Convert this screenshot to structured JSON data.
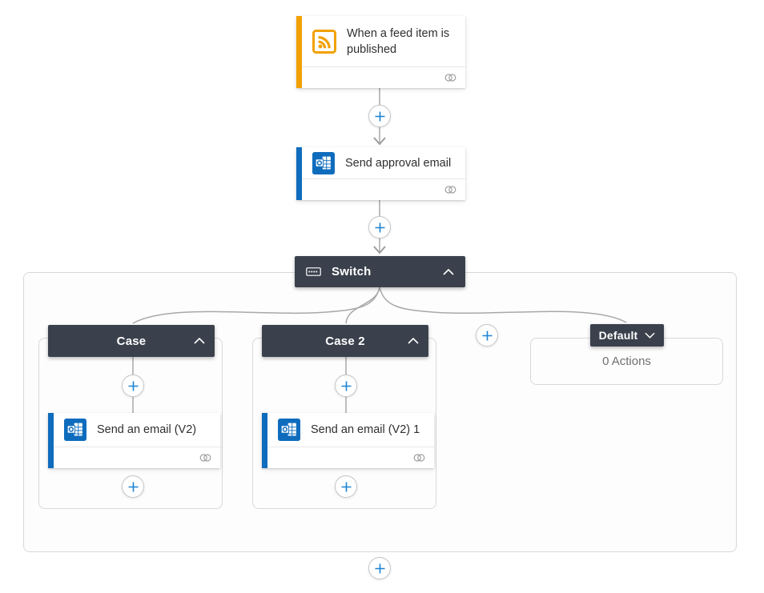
{
  "colors": {
    "trigger_accent": "#f2a104",
    "action_accent": "#0f6cbd",
    "scope_header_bg": "#3a414c",
    "plus_blue": "#1a82d4",
    "connector_gray": "#a8a8a8"
  },
  "nodes": {
    "trigger": {
      "title": "When a feed item is published",
      "icon": "rss-icon"
    },
    "approval": {
      "title": "Send approval email",
      "icon": "outlook-icon"
    },
    "switch": {
      "title": "Switch",
      "icon": "switch-icon"
    },
    "case1": {
      "title": "Case"
    },
    "case2": {
      "title": "Case 2"
    },
    "email1": {
      "title": "Send an email (V2)",
      "icon": "outlook-icon"
    },
    "email2": {
      "title": "Send an email (V2) 1",
      "icon": "outlook-icon"
    },
    "default_branch": {
      "title": "Default",
      "body": "0 Actions"
    }
  }
}
